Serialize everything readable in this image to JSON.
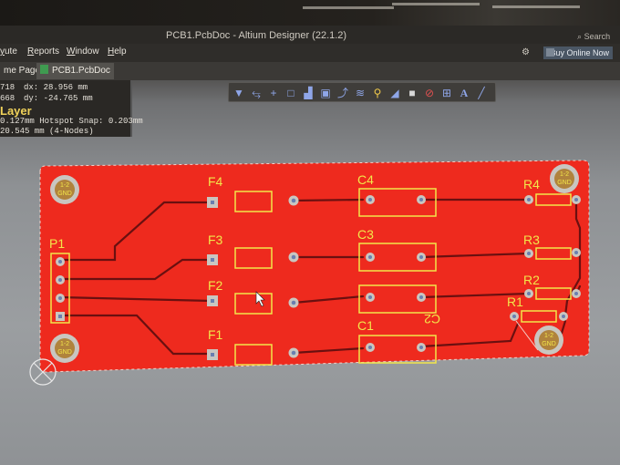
{
  "window": {
    "title": "PCB1.PcbDoc - Altium Designer (22.1.2)",
    "search_label": "Search"
  },
  "menu": {
    "items": [
      {
        "label_pre": "",
        "label_u": "y",
        "label_post": "ute"
      },
      {
        "label_pre": "",
        "label_u": "R",
        "label_post": "eports"
      },
      {
        "label_pre": "",
        "label_u": "W",
        "label_post": "indow"
      },
      {
        "label_pre": "",
        "label_u": "H",
        "label_post": "elp"
      }
    ],
    "buy_button": "Buy Online Now"
  },
  "tabs": [
    {
      "label": "me Page"
    },
    {
      "label": "PCB1.PcbDoc"
    }
  ],
  "info_panel": {
    "x_partial": "718",
    "dx": "dx: 28.956 mm",
    "y_partial": "668",
    "dy": "dy: -24.765 mm",
    "layer": "Layer",
    "snap": "0.127mm Hotspot Snap: 0.203mm",
    "nodes": "20.545 mm (4-Nodes)"
  },
  "toolbar": {
    "icons": [
      "filter-icon",
      "route-icon",
      "plus-icon",
      "rectangle-icon",
      "bar-chart-icon",
      "chip-icon",
      "interactive-route-icon",
      "diff-pair-icon",
      "pin-icon",
      "polygon-icon",
      "fill-icon",
      "keepout-icon",
      "dimension-icon",
      "text-icon",
      "line-icon"
    ]
  },
  "pcb": {
    "connector": "P1",
    "fuses": [
      "F4",
      "F3",
      "F2",
      "F1"
    ],
    "capacitors": [
      "C4",
      "C3",
      "C1"
    ],
    "capacitor_mirrored": "C2",
    "resistors": [
      "R4",
      "R3",
      "R2",
      "R1"
    ],
    "mount_hole_net": "1-2",
    "mount_hole_name": "GND"
  },
  "colors": {
    "board_red": "#ee2a1e",
    "silkscreen": "#f2e64a",
    "trace": "#6a1010",
    "pad_copper": "#c9c6c0",
    "pad_core": "#6a7fb0"
  }
}
